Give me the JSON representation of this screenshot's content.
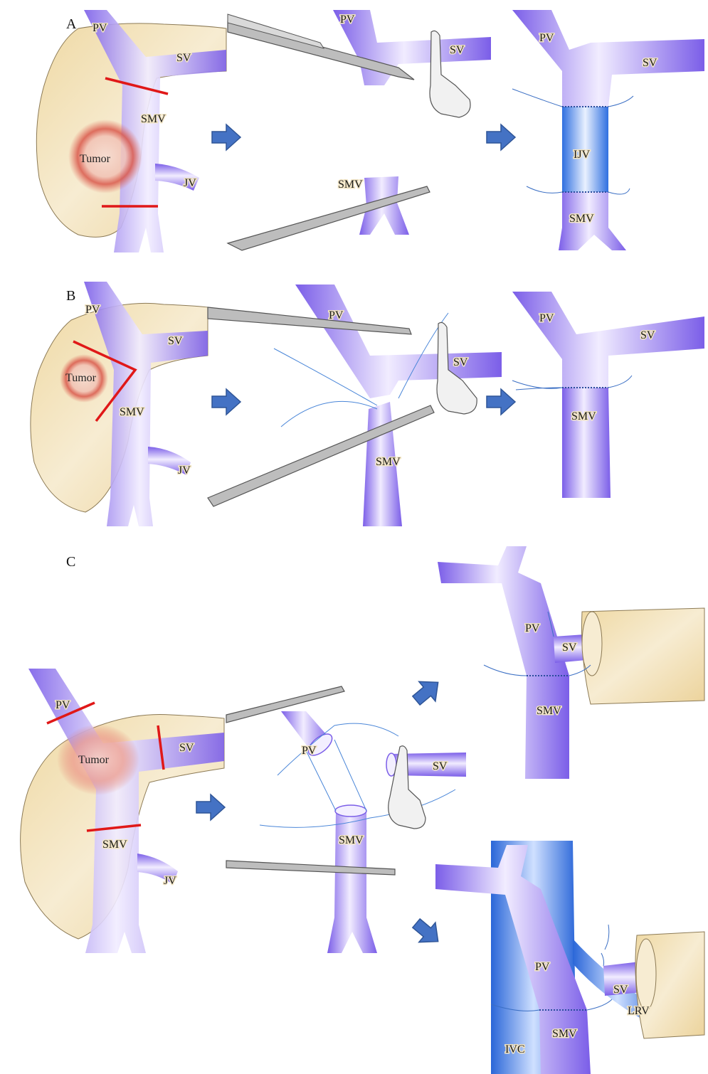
{
  "panels": {
    "a": {
      "letter": "A",
      "step1": {
        "pv": "PV",
        "sv": "SV",
        "smv": "SMV",
        "tumor": "Tumor",
        "jv": "JV"
      },
      "step2": {
        "pv": "PV",
        "sv": "SV",
        "smv": "SMV"
      },
      "step3": {
        "pv": "PV",
        "sv": "SV",
        "graft": "IJV",
        "smv": "SMV"
      }
    },
    "b": {
      "letter": "B",
      "step1": {
        "pv": "PV",
        "sv": "SV",
        "smv": "SMV",
        "tumor": "Tumor",
        "jv": "JV"
      },
      "step2": {
        "pv": "PV",
        "sv": "SV",
        "smv": "SMV"
      },
      "step3": {
        "pv": "PV",
        "sv": "SV",
        "smv": "SMV"
      }
    },
    "c": {
      "letter": "C",
      "step1": {
        "pv": "PV",
        "sv": "SV",
        "smv": "SMV",
        "tumor": "Tumor",
        "jv": "JV"
      },
      "step2": {
        "pv": "PV",
        "sv": "SV",
        "smv": "SMV"
      },
      "result_top": {
        "pv": "PV",
        "sv": "SV",
        "smv": "SMV"
      },
      "result_bottom": {
        "pv": "PV",
        "sv": "SV",
        "smv": "SMV",
        "ivc": "IVC",
        "lrv": "LRV"
      }
    }
  },
  "colors": {
    "vein_purple": "#8b6ef0",
    "vein_light": "#efeaff",
    "graft_blue": "#4a86e8",
    "pancreas": "#f1dfb1",
    "cut_line": "#e01818",
    "arrow": "#4472c4",
    "tumor": "#e06a5a"
  }
}
